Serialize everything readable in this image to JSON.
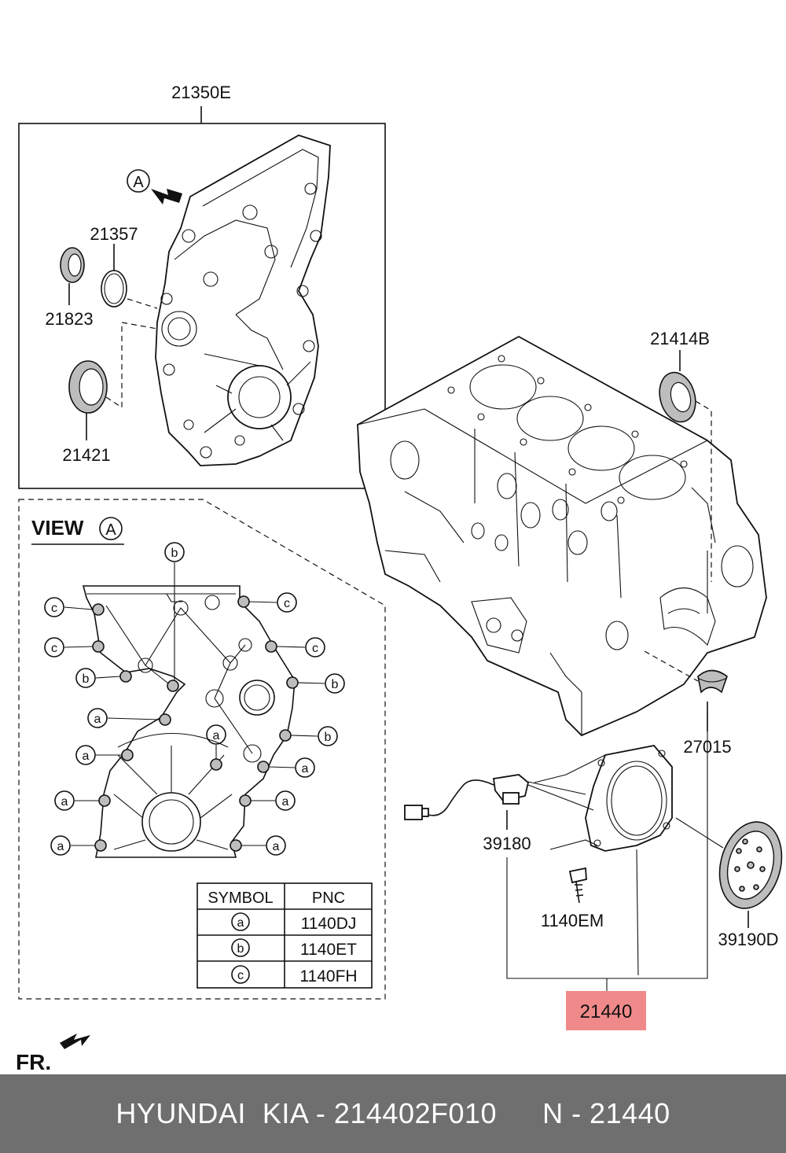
{
  "labels": {
    "p21350E": "21350E",
    "p21357": "21357",
    "p21823": "21823",
    "p21421": "21421",
    "p21414B": "21414B",
    "p27015": "27015",
    "p39180": "39180",
    "p1140EM": "1140EM",
    "p39190D": "39190D",
    "p21440": "21440"
  },
  "view_label": "VIEW",
  "view_marker": "A",
  "arrow_marker": "A",
  "direction_label": "FR.",
  "symbol_table": {
    "header_symbol": "SYMBOL",
    "header_pnc": "PNC",
    "rows": [
      {
        "symbol": "a",
        "pnc": "1140DJ"
      },
      {
        "symbol": "b",
        "pnc": "1140ET"
      },
      {
        "symbol": "c",
        "pnc": "1140FH"
      }
    ]
  },
  "bolt_markers": {
    "a": "a",
    "b": "b",
    "c": "c"
  },
  "colors": {
    "highlight": "#f08a8a",
    "footer_bg": "#6f6f6f"
  },
  "footer": {
    "text_left": "HYUNDAI  KIA - 214402F010",
    "text_right": "N - 21440"
  }
}
